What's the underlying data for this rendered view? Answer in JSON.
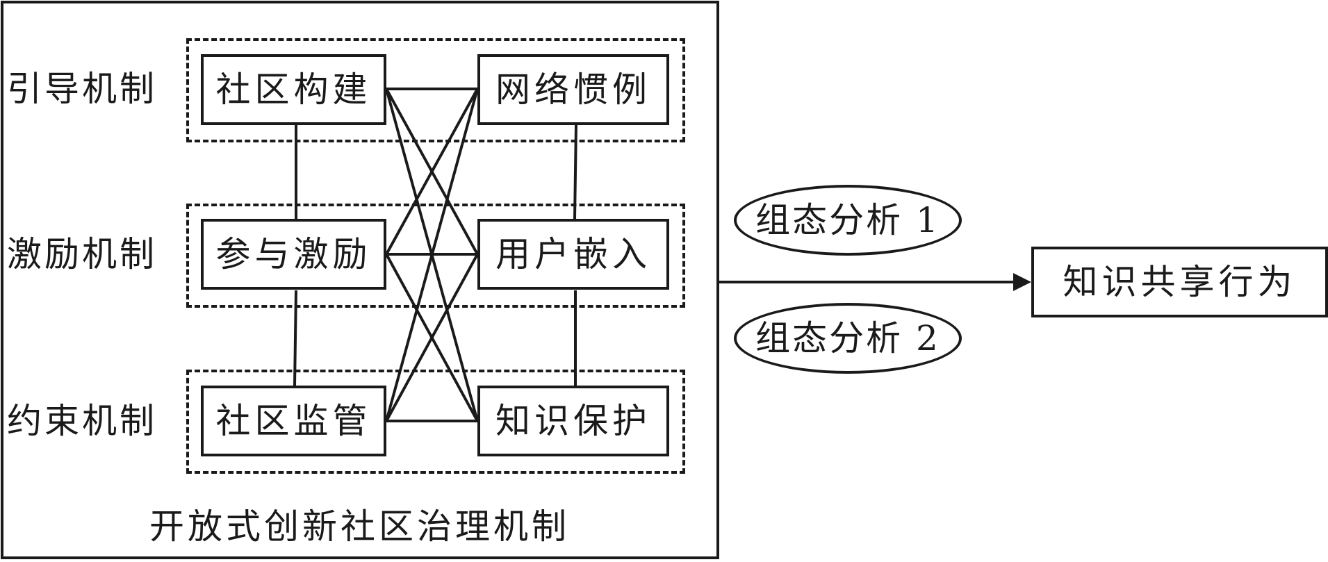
{
  "frame_title": "开放式创新社区治理机制",
  "rows": [
    {
      "label": "引导机制",
      "left": "社区构建",
      "right": "网络惯例"
    },
    {
      "label": "激励机制",
      "left": "参与激励",
      "right": "用户嵌入"
    },
    {
      "label": "约束机制",
      "left": "社区监管",
      "right": "知识保护"
    }
  ],
  "analyses": [
    "组态分析 1",
    "组态分析 2"
  ],
  "outcome": "知识共享行为"
}
